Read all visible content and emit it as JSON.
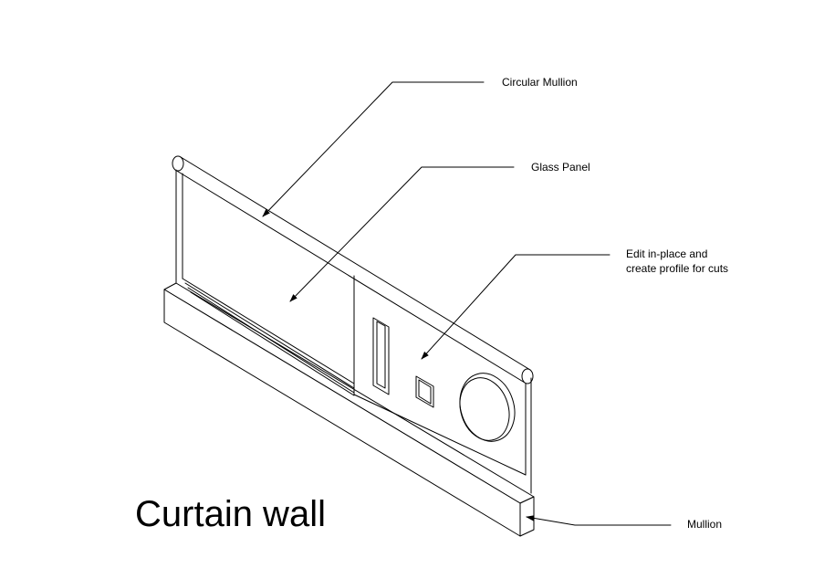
{
  "title": "Curtain wall",
  "callouts": {
    "circular_mullion": "Circular Mullion",
    "glass_panel": "Glass Panel",
    "edit_line1": "Edit in-place and",
    "edit_line2": "create profile for cuts",
    "mullion": "Mullion"
  },
  "colors": {
    "line": "#000000",
    "background": "#ffffff"
  }
}
